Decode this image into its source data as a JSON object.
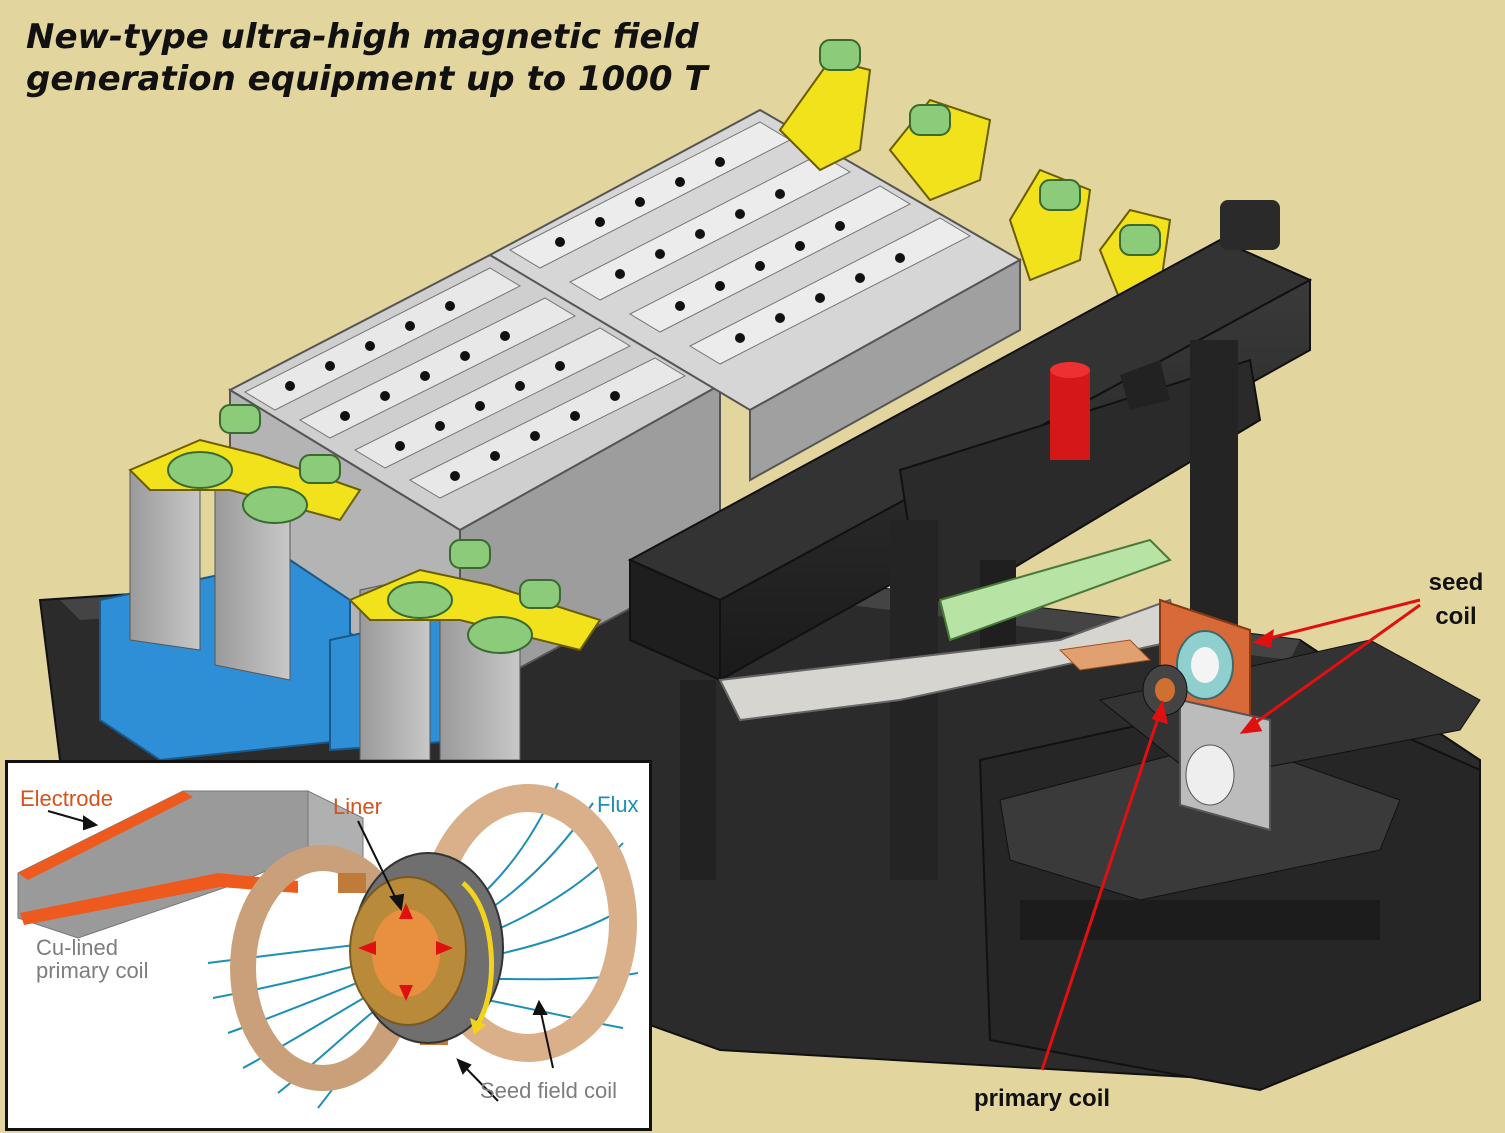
{
  "title": {
    "line1": "New-type ultra-high magnetic field",
    "line2": "generation equipment up to 1000 T"
  },
  "callouts": {
    "seed_coil": {
      "line1": "seed",
      "line2": "coil"
    },
    "primary_coil": "primary coil",
    "arrow_color": "#e01010"
  },
  "inset": {
    "electrode": "Electrode",
    "liner": "Liner",
    "flux": "Flux",
    "cu_lined_line1": "Cu-lined",
    "cu_lined_line2": "primary coil",
    "seed_field_coil": "Seed field coil"
  },
  "colors": {
    "background": "#e2d59e",
    "frame": "#2a2a2a",
    "capacitor": "#d8d8d8",
    "yellow_bracket": "#f2e21c",
    "blue_tray": "#2f8fd6",
    "red_cylinder": "#d41717",
    "flux": "#1d8fb4",
    "copper": "#d9b08a",
    "electrode_orange": "#ee5a1e"
  }
}
